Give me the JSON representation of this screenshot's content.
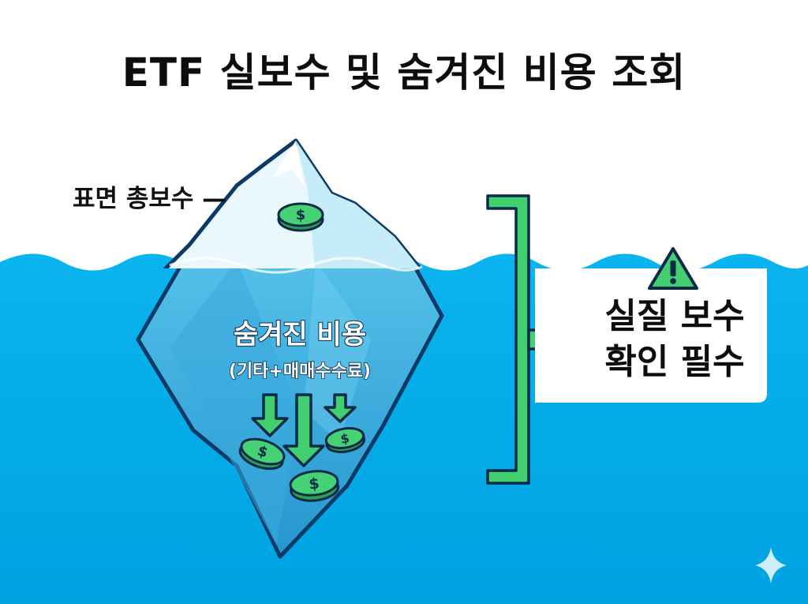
{
  "title": "ETF 실보수 및 숨겨진 비용 조회",
  "surface_label": "표면 총보수 —",
  "hidden_label": "숨겨진 비용",
  "hidden_sub_label": "(기타+매매수수료)",
  "callout": {
    "line1": "실질 보수",
    "line2": "확인 필수"
  },
  "icons": {
    "coin": "dollar-coin-icon",
    "arrow": "down-arrow-icon",
    "warning": "warning-triangle-icon",
    "sparkle": "sparkle-icon"
  },
  "colors": {
    "water": "#00aeea",
    "water_deep": "#0098d6",
    "ice_light": "#e9f8fd",
    "ice_shade": "#c9edf9",
    "ice_under": "#4fb8e6",
    "green": "#3fce6b",
    "outline": "#0b2a4a",
    "text": "#0d0d0d"
  }
}
